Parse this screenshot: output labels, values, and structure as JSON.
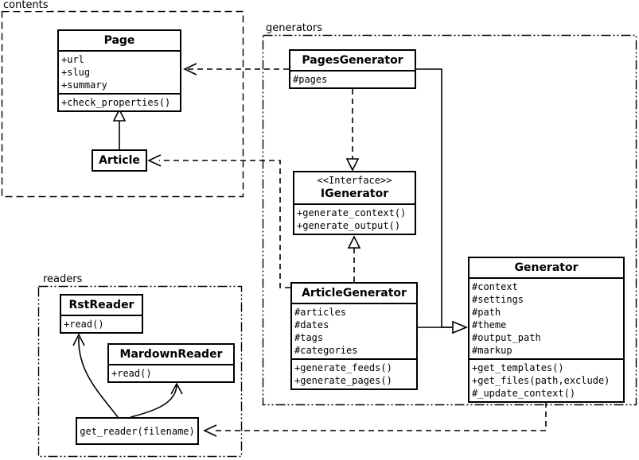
{
  "packages": {
    "contents": {
      "label": "contents"
    },
    "generators": {
      "label": "generators"
    },
    "readers": {
      "label": "readers"
    }
  },
  "classes": {
    "page": {
      "name": "Page",
      "attributes": [
        "+url",
        "+slug",
        "+summary"
      ],
      "methods": [
        "+check_properties()"
      ]
    },
    "article": {
      "name": "Article"
    },
    "pages_generator": {
      "name": "PagesGenerator",
      "attributes": [
        "#pages"
      ]
    },
    "igenerator": {
      "stereotype": "<<Interface>>",
      "name": "IGenerator",
      "methods": [
        "+generate_context()",
        "+generate_output()"
      ]
    },
    "article_generator": {
      "name": "ArticleGenerator",
      "attributes": [
        "#articles",
        "#dates",
        "#tags",
        "#categories"
      ],
      "methods": [
        "+generate_feeds()",
        "+generate_pages()"
      ]
    },
    "generator": {
      "name": "Generator",
      "attributes": [
        "#context",
        "#settings",
        "#path",
        "#theme",
        "#output_path",
        "#markup"
      ],
      "methods": [
        "+get_templates()",
        "+get_files(path,exclude)",
        "#_update_context()"
      ]
    },
    "rst_reader": {
      "name": "RstReader",
      "methods": [
        "+read()"
      ]
    },
    "markdown_reader": {
      "name": "MardownReader",
      "methods": [
        "+read()"
      ]
    },
    "get_reader": {
      "label": "get_reader(filename)"
    }
  },
  "colors": {
    "line": "#000000",
    "background": "#ffffff"
  }
}
